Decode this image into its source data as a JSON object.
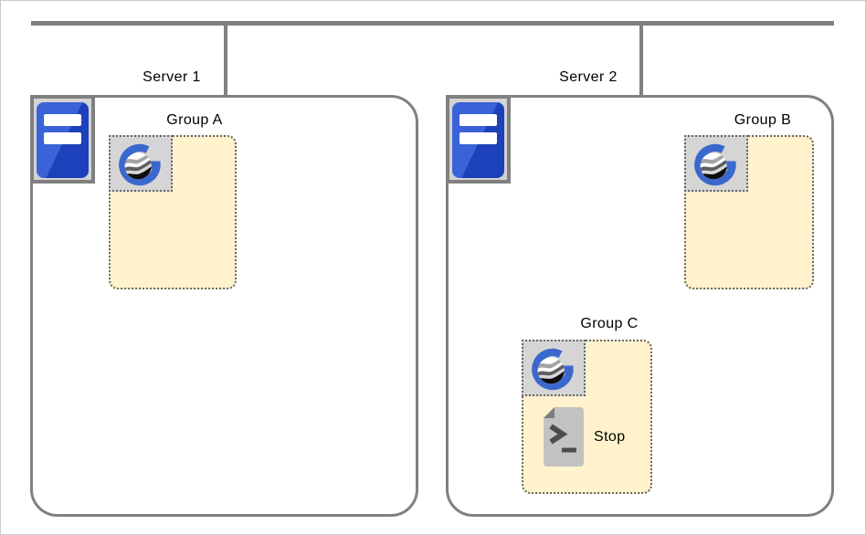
{
  "diagram_type": "server-groups-deployment-diagram",
  "network": {
    "bus": "network-bus-line",
    "connectors": [
      "server-1-drop-line",
      "server-2-drop-line"
    ]
  },
  "servers": [
    {
      "label": "Server 1",
      "icon": "server-icon",
      "groups": [
        {
          "label": "Group A",
          "icon": "g-logo-icon",
          "items": []
        }
      ]
    },
    {
      "label": "Server 2",
      "icon": "server-icon",
      "groups": [
        {
          "label": "Group B",
          "icon": "g-logo-icon",
          "items": []
        },
        {
          "label": "Group C",
          "icon": "g-logo-icon",
          "items": [
            {
              "icon": "script-icon",
              "label": "Stop"
            }
          ]
        }
      ]
    }
  ],
  "colors": {
    "line_gray": "#808080",
    "server_box_border": "#808080",
    "group_fill": "#fff2cc",
    "group_dotted_border": "#666666",
    "icon_square_fill": "#d5d5d5",
    "server_blue_light": "#3b63d8",
    "server_blue_dark": "#1d41ba",
    "logo_blue": "#3b68ce",
    "script_gray": "#c2c2c2",
    "script_fold_gray": "#7d7d7d",
    "text": "#000000",
    "canvas_border": "#c9c9c9"
  }
}
